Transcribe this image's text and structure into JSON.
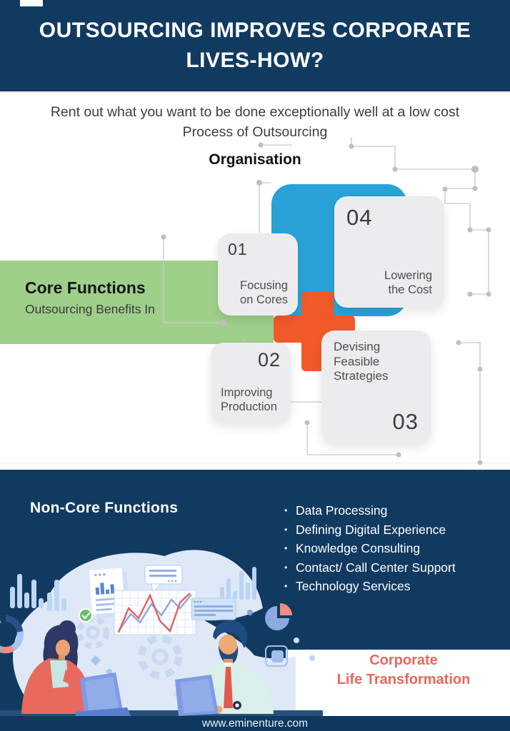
{
  "header": {
    "title_line1": "OUTSOURCING IMPROVES CORPORATE",
    "title_line2": "LIVES-HOW?"
  },
  "intro": {
    "line1": "Rent out what you want to be done exceptionally well at a low cost",
    "line2": "Process of Outsourcing",
    "org_label": "Organisation"
  },
  "core_functions": {
    "title": "Core Functions",
    "subtitle": "Outsourcing Benefits In"
  },
  "steps": [
    {
      "number": "01",
      "label": "Focusing on Cores"
    },
    {
      "number": "02",
      "label": "Improving Production"
    },
    {
      "number": "03",
      "label": "Devising Feasible Strategies"
    },
    {
      "number": "04",
      "label": "Lowering the Cost"
    }
  ],
  "non_core_functions": {
    "title": "Non-Core Functions",
    "items": [
      "Data Processing",
      "Defining Digital Experience",
      "Knowledge Consulting",
      "Contact/ Call Center Support",
      "Technology Services"
    ]
  },
  "tagline": {
    "line1": "Corporate",
    "line2": "Life Transformation"
  },
  "footer": {
    "website": "www.eminenture.com"
  },
  "colors": {
    "navy": "#113a60",
    "blue": "#29a3d7",
    "orange": "#f15a29",
    "green": "#9ed08a",
    "coral": "#ed655c",
    "card_gray": "#ececee"
  }
}
